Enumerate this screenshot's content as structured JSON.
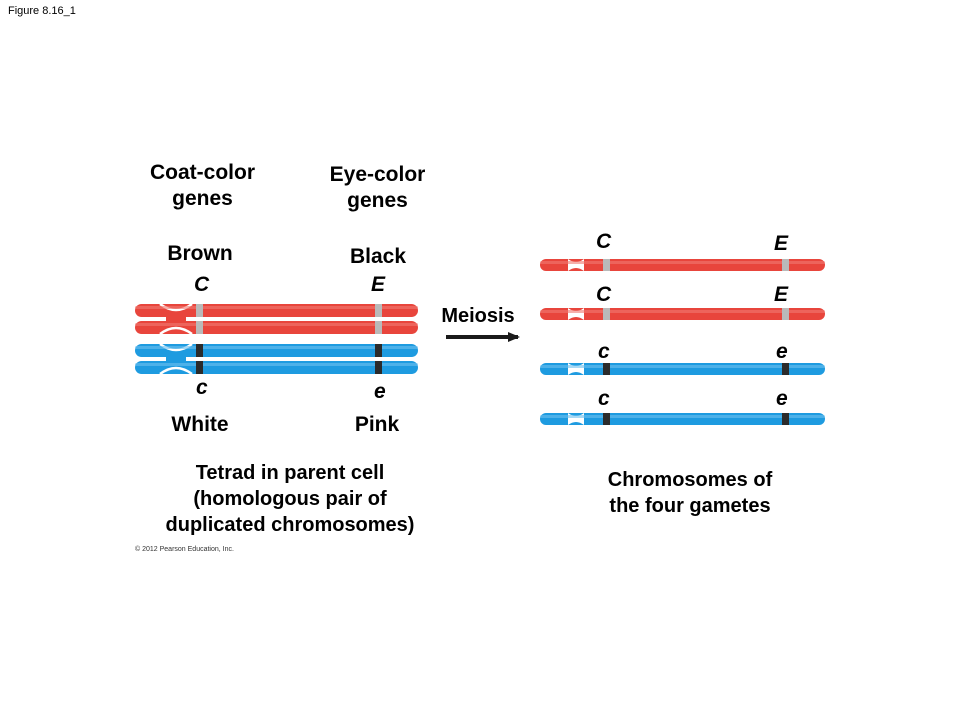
{
  "figure_label": "Figure 8.16_1",
  "headers": {
    "coat_color": "Coat-color\ngenes",
    "eye_color": "Eye-color\ngenes"
  },
  "parent": {
    "trait_brown": "Brown",
    "trait_black": "Black",
    "trait_white": "White",
    "trait_pink": "Pink",
    "allele_C": "C",
    "allele_E": "E",
    "allele_c": "c",
    "allele_e": "e",
    "caption": "Tetrad in parent cell\n(homologous  pair of\nduplicated  chromosomes)"
  },
  "process_label": "Meiosis",
  "gametes": {
    "rows": [
      {
        "left": "C",
        "right": "E",
        "color": "red"
      },
      {
        "left": "C",
        "right": "E",
        "color": "red"
      },
      {
        "left": "c",
        "right": "e",
        "color": "blue"
      },
      {
        "left": "c",
        "right": "e",
        "color": "blue"
      }
    ],
    "caption": "Chromosomes  of\nthe four gametes"
  },
  "copyright": "© 2012 Pearson Education, Inc.",
  "colors": {
    "red": "#e8453c",
    "red_dark": "#b8322b",
    "blue": "#1e9be0",
    "blue_dark": "#1576b0",
    "gene_light": "#b9b9b9",
    "gene_dark": "#2b2b2b"
  }
}
